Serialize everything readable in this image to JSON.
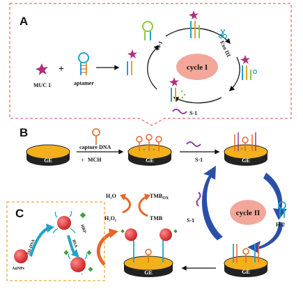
{
  "panels": {
    "a": "A",
    "b": "B",
    "c": "C"
  },
  "panel_a": {
    "muc1": "MUC 1",
    "plus": "+",
    "aptamer": "aptamer",
    "h1": "H-1",
    "exo": "Exo III",
    "s1": "S-1",
    "cycle": "cycle I"
  },
  "panel_b": {
    "ge": "GE",
    "capture": "capture DNA",
    "mch": "MCH",
    "s1": "S-1",
    "s1_left": "S-1",
    "h2": "H-2",
    "cycle": "cycle II",
    "h2o": "H₂O",
    "h2o2": "H₂O₂",
    "tmbox": "TMB",
    "tmbox_sub": "OX",
    "tmb": "TMB"
  },
  "panel_c": {
    "sh_dna": "SH-DNA",
    "hrp": "HRP",
    "bsa": "BSA",
    "aunps": "AuNPs"
  },
  "colors": {
    "dash_border": "#e8706a",
    "arrow_blue": "#2a4fa8",
    "orange_arrow": "#e8652a",
    "electrode_top": "#f2b01c",
    "electrode_side": "#222222",
    "cycle_fill": "#f2a79a",
    "c_box_border": "#f0a830"
  }
}
